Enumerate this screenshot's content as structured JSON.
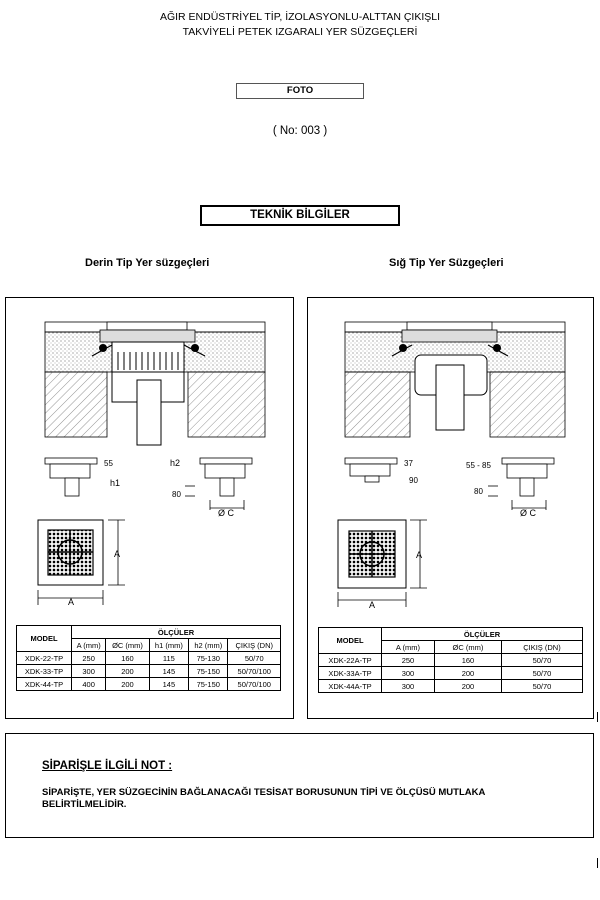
{
  "header": {
    "line1": "AĞIR ENDÜSTRİYEL TİP, İZOLASYONLU-ALTTAN ÇIKIŞLI",
    "line2": "TAKVİYELİ PETEK IZGARALI YER SÜZGEÇLERİ"
  },
  "foto_label": "FOTO",
  "doc_number": "( No:  003 )",
  "section_title": "TEKNİK BİLGİLER",
  "left": {
    "subtitle": "Derin Tip Yer süzgeçleri",
    "dims": {
      "d55": "55",
      "h2": "h2",
      "h1": "h1",
      "d80": "80",
      "oc": "Ø C",
      "a_side": "A",
      "a_bottom": "A"
    },
    "table": {
      "model_header": "MODEL",
      "group_header": "ÖLÇÜLER",
      "columns": [
        "A (mm)",
        "ØC (mm)",
        "h1 (mm)",
        "h2 (mm)",
        "ÇIKIŞ (DN)"
      ],
      "rows": [
        [
          "XDK-22-TP",
          "250",
          "160",
          "115",
          "75-130",
          "50/70"
        ],
        [
          "XDK-33-TP",
          "300",
          "200",
          "145",
          "75-150",
          "50/70/100"
        ],
        [
          "XDK-44-TP",
          "400",
          "200",
          "145",
          "75-150",
          "50/70/100"
        ]
      ]
    }
  },
  "right": {
    "subtitle": "Sığ Tip Yer Süzgeçleri",
    "dims": {
      "d37": "37",
      "d90": "90",
      "d5585": "55 - 85",
      "d80": "80",
      "oc": "Ø C",
      "a_side": "A",
      "a_bottom": "A"
    },
    "table": {
      "model_header": "MODEL",
      "group_header": "ÖLÇÜLER",
      "columns": [
        "A (mm)",
        "ØC (mm)",
        "ÇIKIŞ (DN)"
      ],
      "rows": [
        [
          "XDK-22A-TP",
          "250",
          "160",
          "50/70"
        ],
        [
          "XDK-33A-TP",
          "300",
          "200",
          "50/70"
        ],
        [
          "XDK-44A-TP",
          "300",
          "200",
          "50/70"
        ]
      ]
    }
  },
  "note": {
    "title": "SİPARİŞLE İLGİLİ NOT :",
    "body": "SİPARİŞTE, YER SÜZGECİNİN BAĞLANACAĞI TESİSAT BORUSUNUN TİPİ VE ÖLÇÜSÜ MUTLAKA BELİRTİLMELİDİR."
  }
}
